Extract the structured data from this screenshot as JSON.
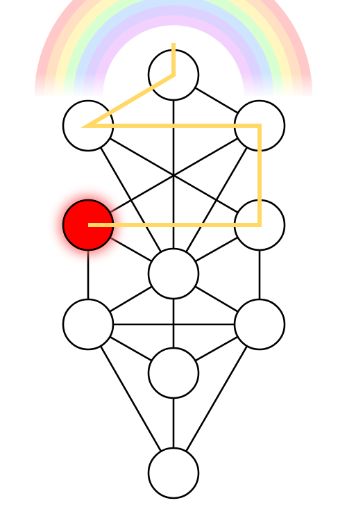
{
  "diagram": {
    "kind": "tree-of-life",
    "colors": {
      "background": "#ffffff",
      "node_fill": "#ffffff",
      "node_stroke": "#000000",
      "path_stroke": "#000000",
      "lightning_stroke": "#ffd866",
      "highlight_fill": "#ff0000",
      "highlight_glow": "#ff6a6a"
    },
    "rainbow_colors": [
      "#ffc9c9",
      "#ffe0c2",
      "#fff7bf",
      "#d7ffd0",
      "#cfe4ff",
      "#ddd1ff",
      "#f2d1ff"
    ],
    "nodes": [
      {
        "id": "n1",
        "highlighted": false
      },
      {
        "id": "n2",
        "highlighted": false
      },
      {
        "id": "n3",
        "highlighted": false
      },
      {
        "id": "n4",
        "highlighted": false
      },
      {
        "id": "n5",
        "highlighted": true
      },
      {
        "id": "n6",
        "highlighted": false
      },
      {
        "id": "n7",
        "highlighted": false
      },
      {
        "id": "n8",
        "highlighted": false
      },
      {
        "id": "n9",
        "highlighted": false
      },
      {
        "id": "n10",
        "highlighted": false
      }
    ],
    "paths": [
      [
        "n1",
        "n2"
      ],
      [
        "n1",
        "n3"
      ],
      [
        "n1",
        "n6"
      ],
      [
        "n2",
        "n3"
      ],
      [
        "n2",
        "n4"
      ],
      [
        "n2",
        "n6"
      ],
      [
        "n3",
        "n5"
      ],
      [
        "n3",
        "n6"
      ],
      [
        "n4",
        "n5"
      ],
      [
        "n4",
        "n6"
      ],
      [
        "n4",
        "n7"
      ],
      [
        "n5",
        "n6"
      ],
      [
        "n5",
        "n8"
      ],
      [
        "n6",
        "n7"
      ],
      [
        "n6",
        "n8"
      ],
      [
        "n6",
        "n9"
      ],
      [
        "n7",
        "n8"
      ],
      [
        "n7",
        "n9"
      ],
      [
        "n7",
        "n10"
      ],
      [
        "n8",
        "n9"
      ],
      [
        "n8",
        "n10"
      ],
      [
        "n9",
        "n10"
      ]
    ],
    "lightning_sequence": [
      "top",
      "n1",
      "n2",
      "n3",
      "n4",
      "n5"
    ]
  }
}
